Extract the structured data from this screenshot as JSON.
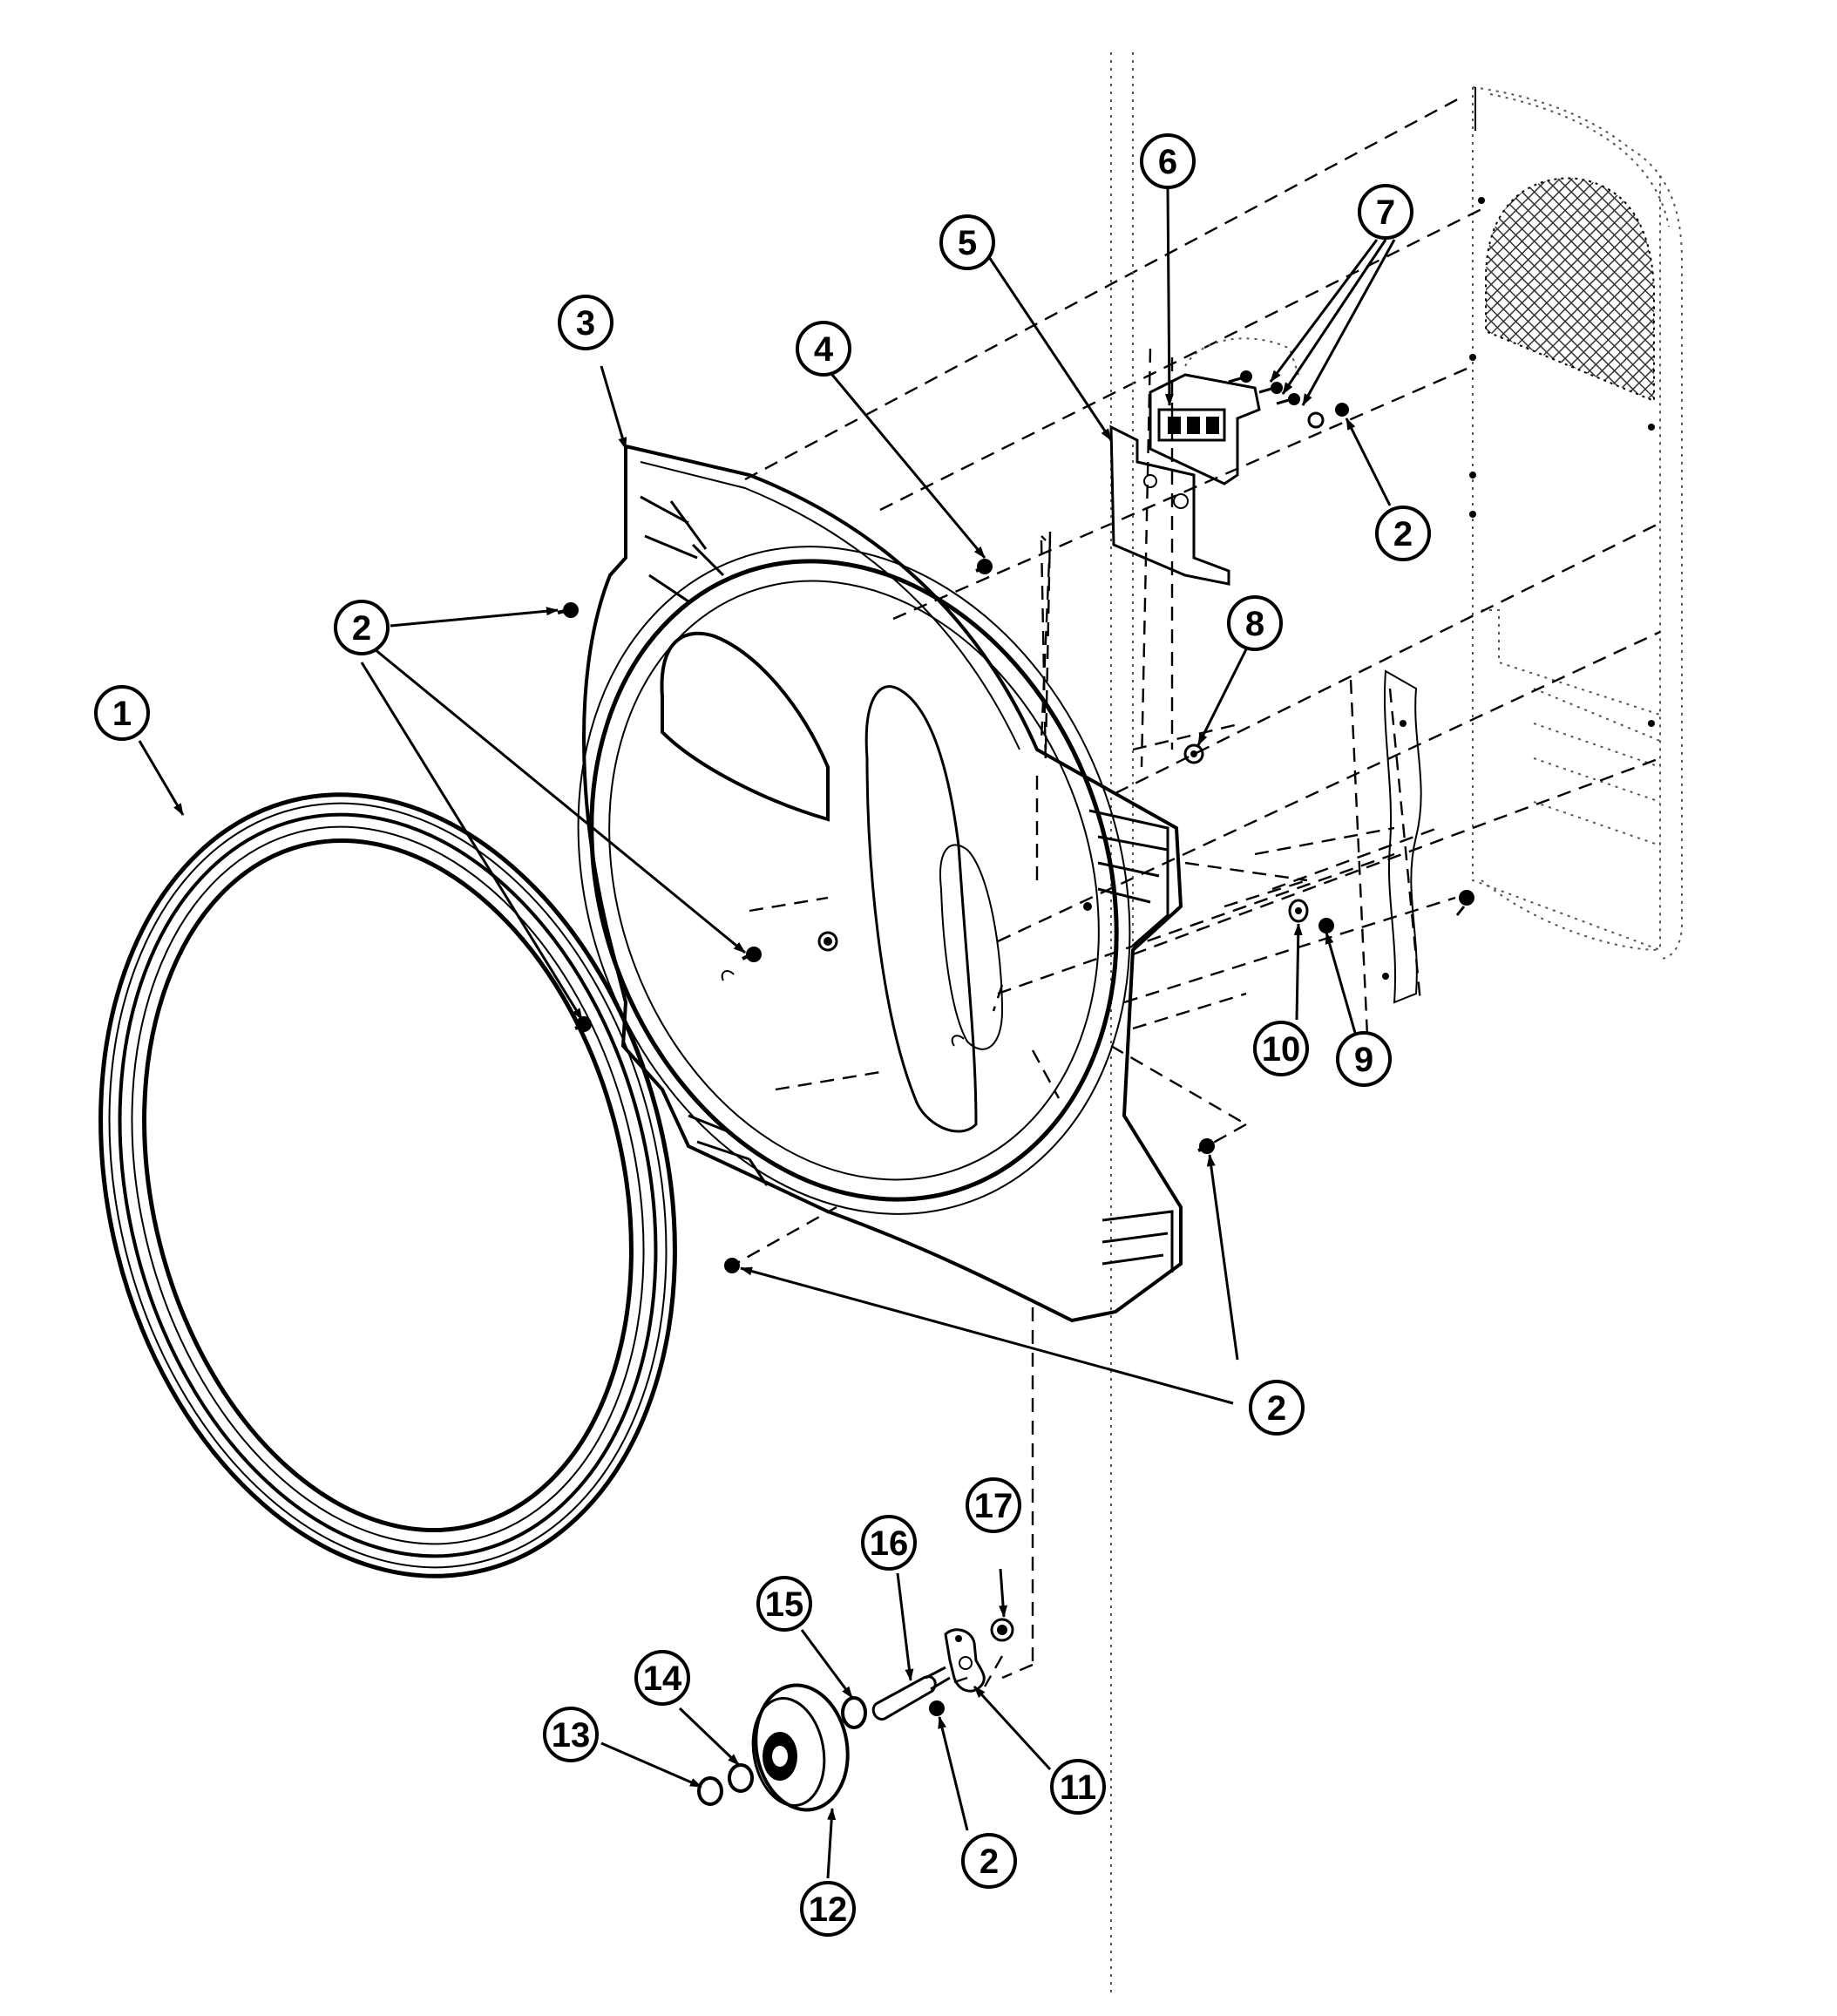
{
  "callouts": [
    {
      "label": "1"
    },
    {
      "label": "2"
    },
    {
      "label": "2"
    },
    {
      "label": "2"
    },
    {
      "label": "2"
    },
    {
      "label": "2"
    },
    {
      "label": "3"
    },
    {
      "label": "4"
    },
    {
      "label": "5"
    },
    {
      "label": "6"
    },
    {
      "label": "7"
    },
    {
      "label": "8"
    },
    {
      "label": "9"
    },
    {
      "label": "10"
    },
    {
      "label": "11"
    },
    {
      "label": "12"
    },
    {
      "label": "13"
    },
    {
      "label": "14"
    },
    {
      "label": "15"
    },
    {
      "label": "16"
    },
    {
      "label": "17"
    }
  ],
  "colors": {
    "ink": "#000000",
    "paper": "#ffffff",
    "screen": "#333333"
  }
}
